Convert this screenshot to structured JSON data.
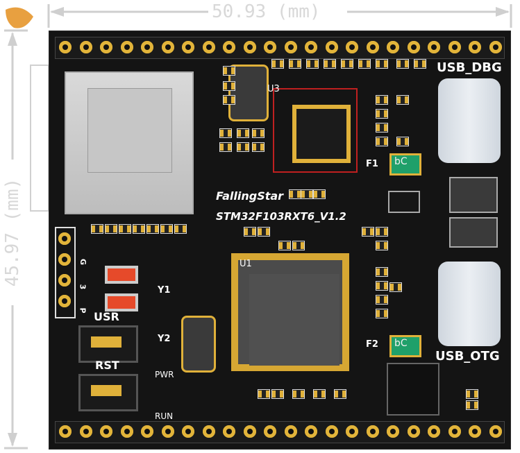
{
  "dimensions": {
    "width_label": "50.93 (mm)",
    "height_label": "45.97 (mm)"
  },
  "board": {
    "name": "FallingStar",
    "model": "STM32F103RXT6_V1.2"
  },
  "labels": {
    "usb_dbg": "USB_DBG",
    "usb_otg": "USB_OTG",
    "u1": "U1",
    "u3": "U3",
    "y1": "Y1",
    "y2": "Y2",
    "f1": "F1",
    "f2": "F2",
    "usr": "USR",
    "rst": "RST",
    "pwr": "PWR",
    "run": "RUN",
    "pin_g": "G",
    "pin_3": "3",
    "pin_p": "P",
    "fuse_text": "bC"
  },
  "colors": {
    "board": "#141414",
    "copper_gold": "#e0b13a",
    "silkscreen": "#ffffff",
    "led_red": "#e64a2a",
    "fuse_green": "#1fa06a"
  }
}
